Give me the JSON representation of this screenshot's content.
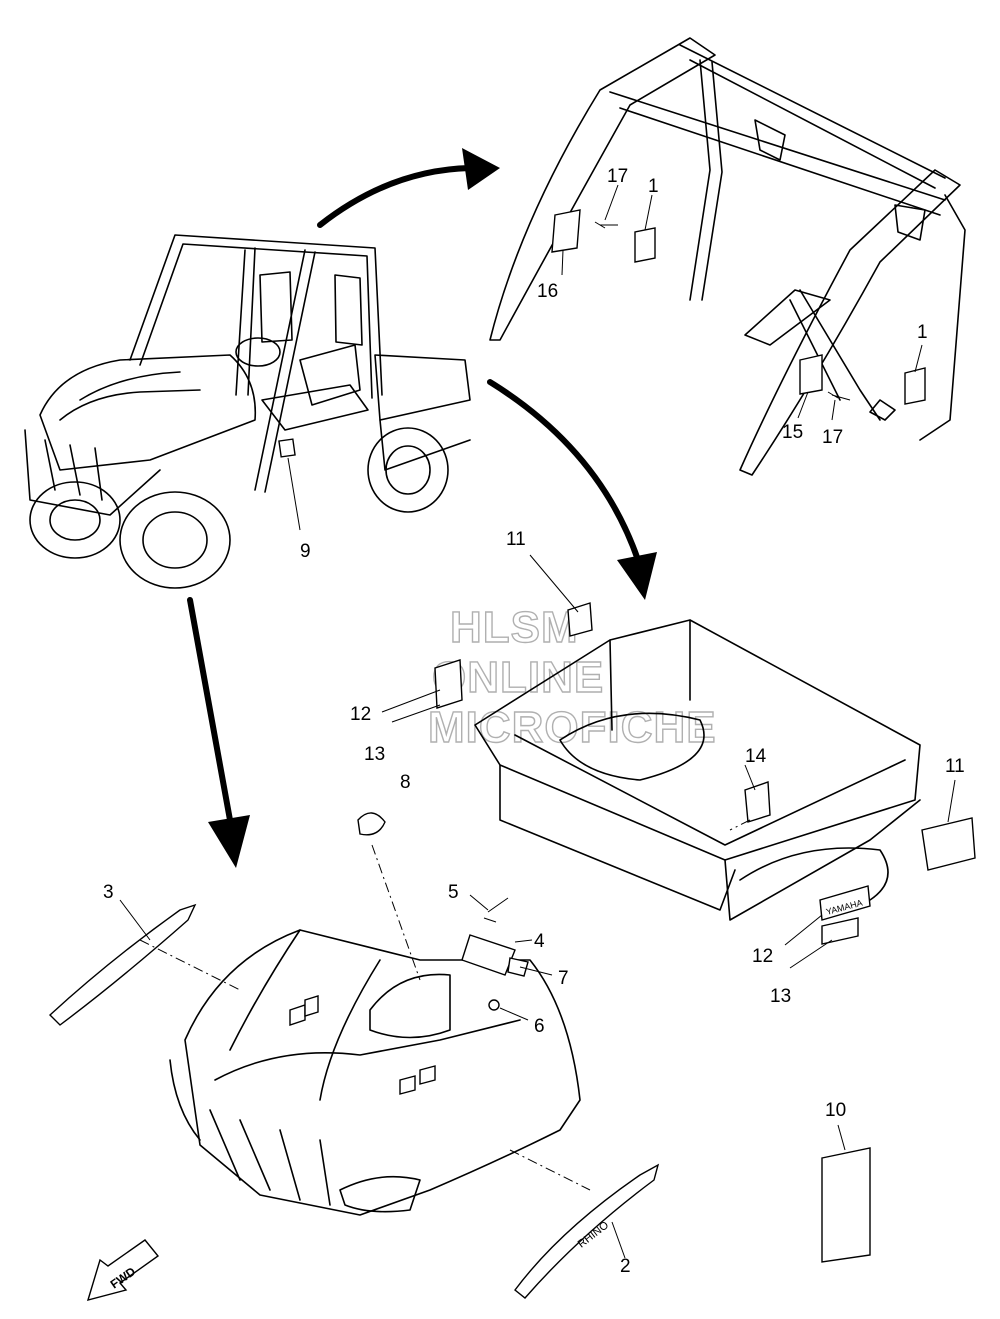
{
  "diagram": {
    "callouts": [
      {
        "id": "c17a",
        "text": "17"
      },
      {
        "id": "c1a",
        "text": "1"
      },
      {
        "id": "c16",
        "text": "16"
      },
      {
        "id": "c1b",
        "text": "1"
      },
      {
        "id": "c15",
        "text": "15"
      },
      {
        "id": "c17b",
        "text": "17"
      },
      {
        "id": "c9",
        "text": "9"
      },
      {
        "id": "c11a",
        "text": "11"
      },
      {
        "id": "c12a",
        "text": "12"
      },
      {
        "id": "c13a",
        "text": "13"
      },
      {
        "id": "c14",
        "text": "14"
      },
      {
        "id": "c11b",
        "text": "11"
      },
      {
        "id": "c12b",
        "text": "12"
      },
      {
        "id": "c13b",
        "text": "13"
      },
      {
        "id": "c8",
        "text": "8"
      },
      {
        "id": "c3",
        "text": "3"
      },
      {
        "id": "c5",
        "text": "5"
      },
      {
        "id": "c4",
        "text": "4"
      },
      {
        "id": "c7",
        "text": "7"
      },
      {
        "id": "c6",
        "text": "6"
      },
      {
        "id": "c10",
        "text": "10"
      },
      {
        "id": "c2",
        "text": "2"
      }
    ],
    "watermark": [
      "HLSM",
      "ONLINE",
      "MICROFICHE"
    ],
    "fwd_label": "FWD",
    "decal_text": {
      "bed_side": "YAMAHA",
      "hood_side": "RHINO"
    }
  },
  "colors": {
    "line": "#000000",
    "background": "#ffffff",
    "watermark_outline": "#b0b0b0"
  }
}
